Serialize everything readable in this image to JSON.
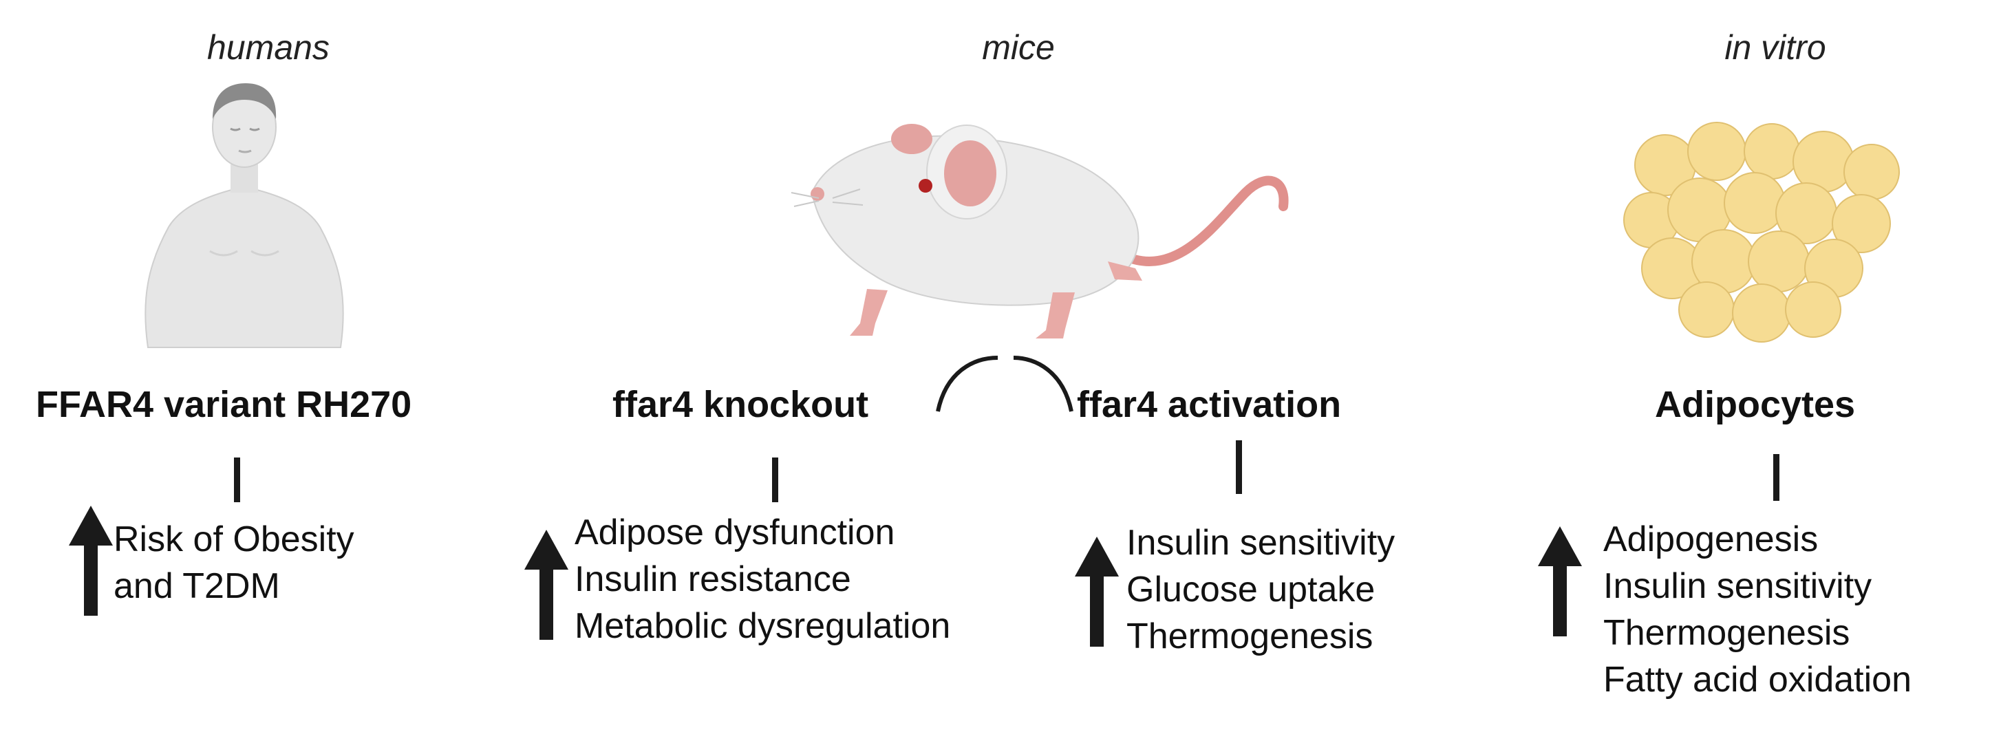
{
  "contexts": {
    "humans": "humans",
    "mice": "mice",
    "in_vitro": "in vitro"
  },
  "headings": {
    "human_variant": "FFAR4 variant RH270",
    "mouse_knockout": "ffar4 knockout",
    "mouse_activation": "ffar4 activation",
    "cells": "Adipocytes"
  },
  "effects": {
    "human_variant": [
      "Risk of Obesity",
      "and T2DM"
    ],
    "mouse_knockout": [
      "Adipose dysfunction",
      "Insulin resistance",
      "Metabolic dysregulation"
    ],
    "mouse_activation": [
      "Insulin sensitivity",
      "Glucose uptake",
      "Thermogenesis"
    ],
    "cells": [
      "Adipogenesis",
      "Insulin sensitivity",
      "Thermogenesis",
      "Fatty acid oxidation"
    ]
  },
  "arrow_direction": "up",
  "illustrations": [
    "human-figure",
    "mouse-figure",
    "adipocyte-cluster"
  ],
  "colors": {
    "text": "#111111",
    "arrow": "#1a1a1a",
    "human_skin": "#e6e6e6",
    "mouse_body": "#ececec",
    "mouse_ear": "#e3a3a0",
    "adipocyte": "#f6dc93"
  }
}
